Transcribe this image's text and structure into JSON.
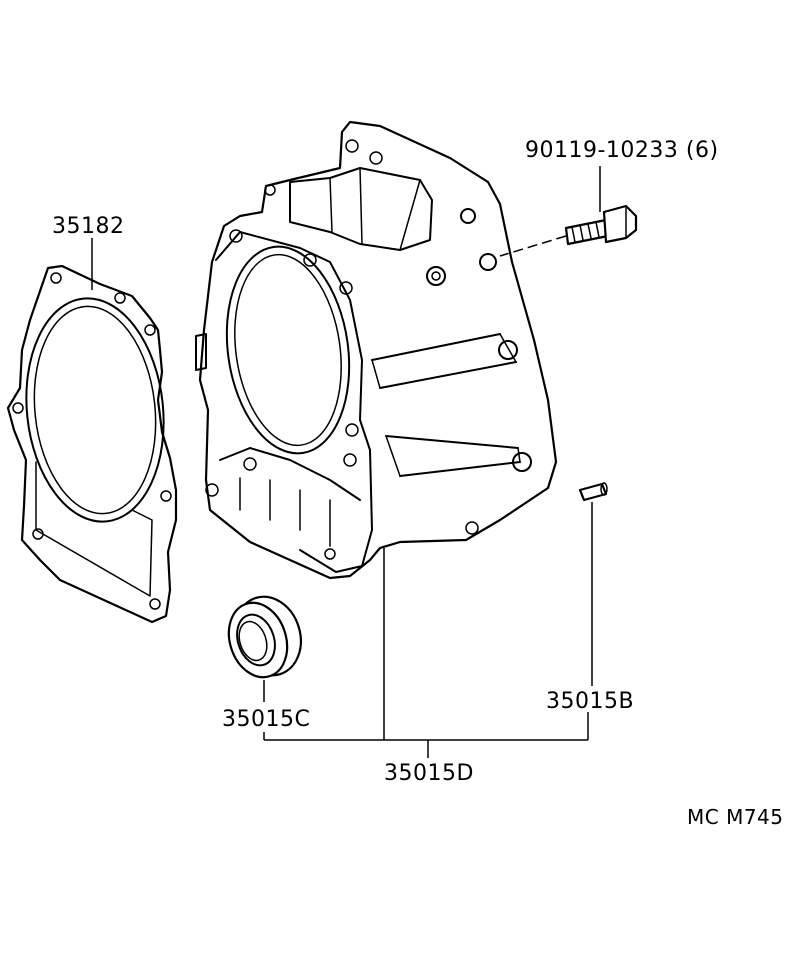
{
  "labels": {
    "bolt": "90119-10233 (6)",
    "gasket": "35182",
    "oil_seal": "35015C",
    "pin": "35015B",
    "assembly": "35015D",
    "ref_code": "MC  M745"
  }
}
